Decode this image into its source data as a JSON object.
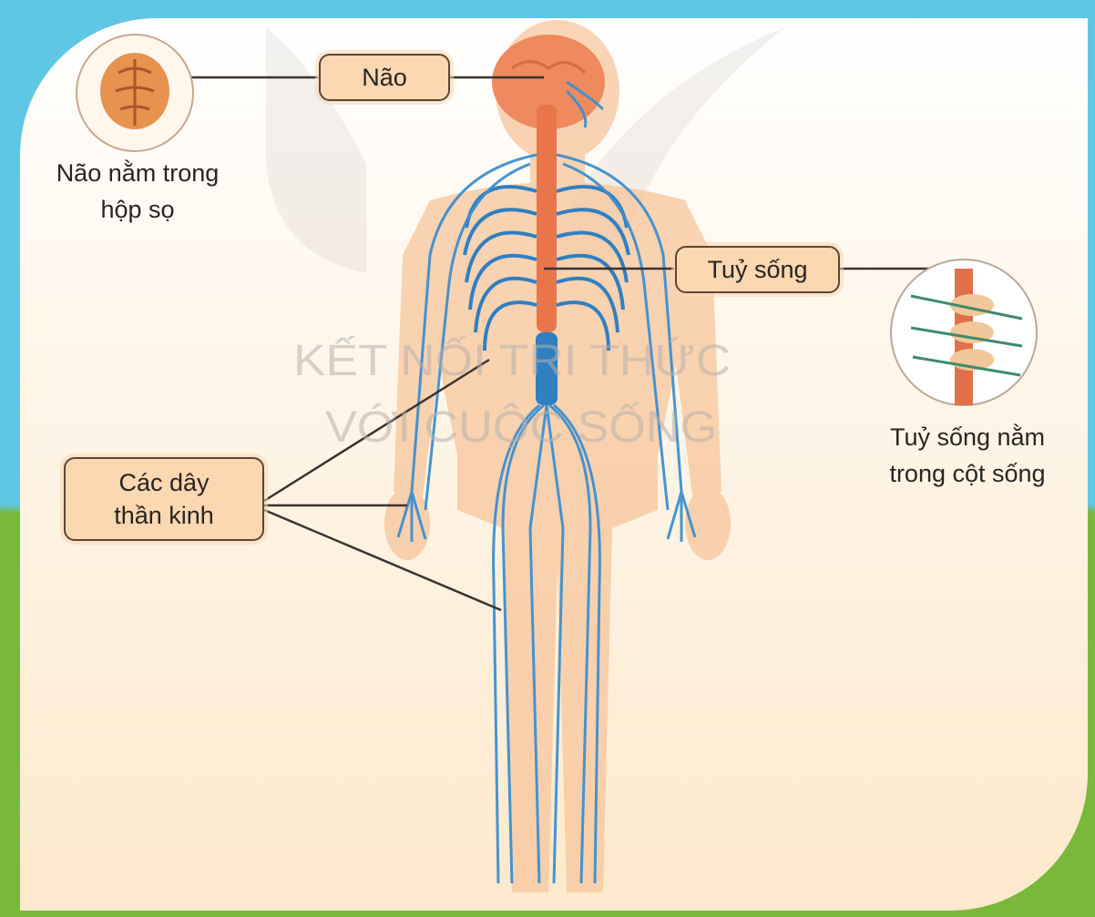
{
  "callouts": {
    "brain": "Não",
    "spinal_cord": "Tuỷ sống",
    "nerves_line1": "Các dây",
    "nerves_line2": "thần kinh"
  },
  "captions": {
    "brain_line1": "Não nằm trong",
    "brain_line2": "hộp sọ",
    "spine_line1": "Tuỷ sống nằm",
    "spine_line2": "trong cột sống"
  },
  "watermark": {
    "line1": "KẾT NỐI TRI THỨC",
    "line2": "VỚI CUỘC SỐNG"
  },
  "colors": {
    "frame_teal": "#5fc6e3",
    "frame_green": "#79b83a",
    "nerve_blue": "#2f7fc1",
    "brain_orange": "#ee8a5d",
    "body_skin": "#f7c59c",
    "callout_fill": "#fbd7b2"
  }
}
